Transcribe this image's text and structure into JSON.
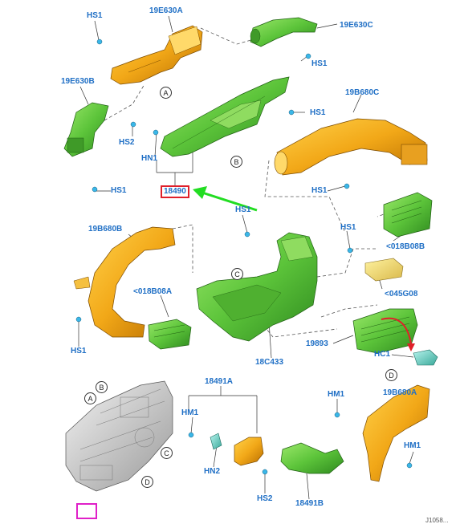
{
  "labels": {
    "hs1_top": "HS1",
    "e630a": "19E630A",
    "e630c": "19E630C",
    "hs1_r1": "HS1",
    "e630b": "19E630B",
    "hs1_mid": "HS1",
    "b680c": "19B680C",
    "hs2": "HS2",
    "hn1": "HN1",
    "hs1_l1": "HS1",
    "p18490": "18490",
    "hs1_c": "HS1",
    "hs1_r2": "HS1",
    "b680b": "19B680B",
    "hs1_r3": "HS1",
    "b08b": "<018B08B",
    "b08a": "<018B08A",
    "g08": "<045G08",
    "p19893": "19893",
    "hc1": "HC1",
    "hs1_l2": "HS1",
    "c433": "18C433",
    "p18491a": "18491A",
    "hm1_r": "HM1",
    "b680a": "19B680A",
    "hm1_l": "HM1",
    "hn2": "HN2",
    "hm1_rr": "HM1",
    "hs2_b": "HS2",
    "p18491b": "18491B",
    "corner_code": "J1058..."
  },
  "callouts": {
    "a_top": "A",
    "b_top": "B",
    "c_mid": "C",
    "b_hvac": "B",
    "a_hvac": "A",
    "c_hvac": "C",
    "d_hvac": "D",
    "d_right": "D"
  },
  "colors": {
    "label": "#1f6fc5",
    "green_part": "#5cc43a",
    "orange_part": "#f2a818",
    "highlight_box": "#e0202a",
    "arrow_green": "#22dd22",
    "arrow_red": "#e0202a",
    "nav_box": "#e020c8"
  },
  "icons": {
    "nav": "expand-arrow-icon"
  }
}
